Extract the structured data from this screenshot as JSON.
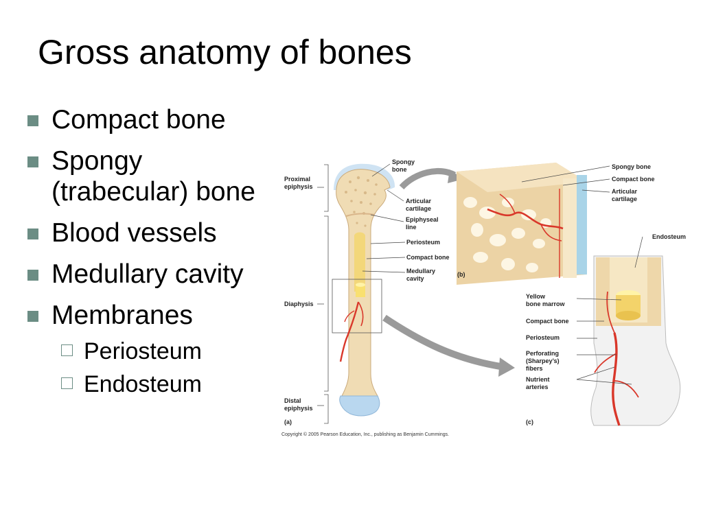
{
  "title": "Gross anatomy of bones",
  "bullets": [
    {
      "text": "Compact bone"
    },
    {
      "text": "Spongy (trabecular) bone"
    },
    {
      "text": "Blood vessels"
    },
    {
      "text": "Medullary cavity"
    },
    {
      "text": "Membranes",
      "sub": [
        "Periosteum",
        "Endosteum"
      ]
    }
  ],
  "figure": {
    "panel_a": {
      "panel_label": "(a)",
      "left_labels": [
        "Proximal",
        "epiphysis",
        "Diaphysis",
        "Distal",
        "epiphysis"
      ],
      "right_labels": [
        "Spongy",
        "bone",
        "Articular",
        "cartilage",
        "Epiphyseal",
        "line",
        "Periosteum",
        "Compact bone",
        "Medullary",
        "cavity"
      ]
    },
    "panel_b": {
      "panel_label": "(b)",
      "labels": [
        "Spongy bone",
        "Compact bone",
        "Articular",
        "cartilage"
      ]
    },
    "panel_c": {
      "panel_label": "(c)",
      "labels": [
        "Endosteum",
        "Yellow",
        "bone marrow",
        "Compact bone",
        "Periosteum",
        "Perforating",
        "(Sharpey’s)",
        "fibers",
        "Nutrient",
        "arteries"
      ]
    },
    "copyright": "Copyright © 2005 Pearson Education, Inc., publishing as Benjamin Cummings."
  },
  "colors": {
    "bullet": "#6b8d84",
    "bone": "#f0dcb4",
    "marrow": "#f3d77a",
    "vessel": "#d9372a",
    "cartilage": "#b9d7ef"
  }
}
